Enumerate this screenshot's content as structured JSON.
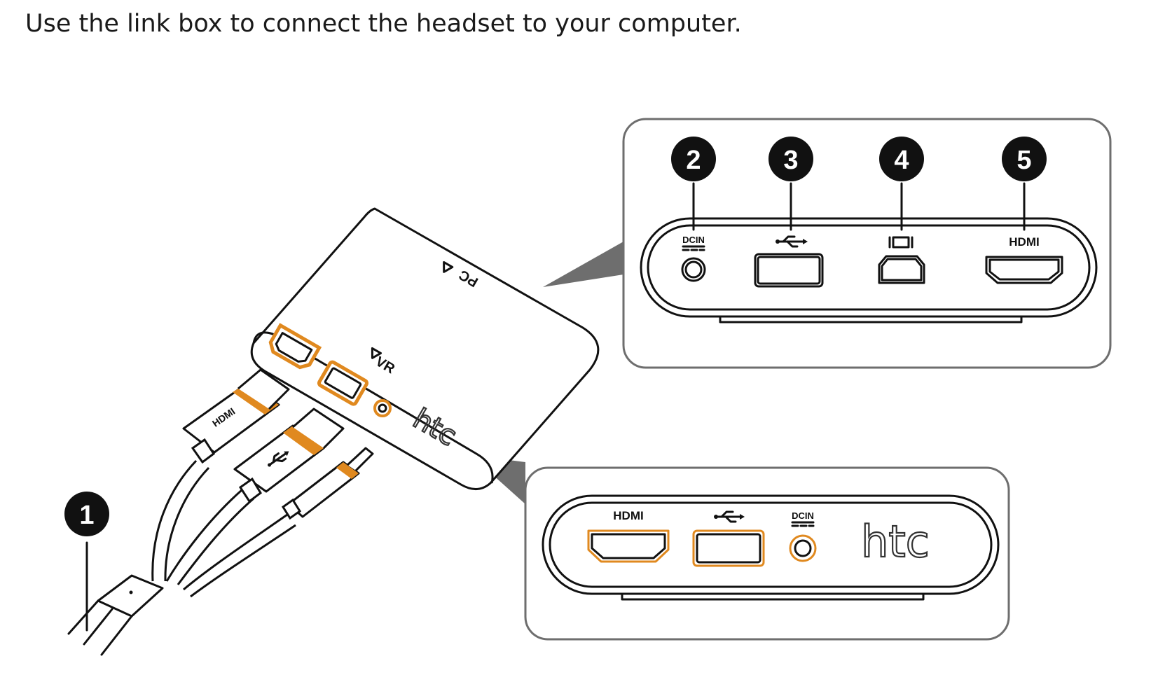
{
  "instruction": "Use the link box to connect the headset to your computer.",
  "device": {
    "top_label": "PC",
    "side_label": "VR",
    "brand": "htc"
  },
  "callouts": [
    "1",
    "2",
    "3",
    "4",
    "5"
  ],
  "pc_side_ports": [
    {
      "number": "2",
      "label": "DCIN",
      "icon": "dc-power-icon"
    },
    {
      "number": "3",
      "label": "",
      "icon": "usb-icon"
    },
    {
      "number": "4",
      "label": "",
      "icon": "displayport-icon"
    },
    {
      "number": "5",
      "label": "HDMI",
      "icon": "hdmi-icon"
    }
  ],
  "vr_side_ports": [
    {
      "label": "HDMI",
      "icon": "hdmi-icon"
    },
    {
      "label": "",
      "icon": "usb-icon"
    },
    {
      "label": "DCIN",
      "icon": "dc-power-icon"
    }
  ],
  "cable_labels": {
    "hdmi_plug": "HDMI"
  },
  "colors": {
    "accent": "#e0891f",
    "ink": "#111111",
    "panel_border": "#6e6e6e"
  }
}
